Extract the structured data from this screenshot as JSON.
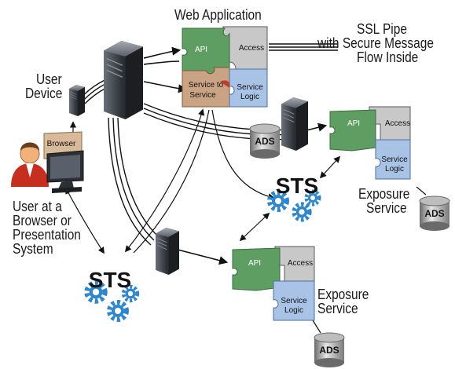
{
  "labels": {
    "web_application": "Web Application",
    "ssl_pipe_line1": "SSL Pipe",
    "ssl_pipe_line2": "with Secure Message",
    "ssl_pipe_line3": "Flow Inside",
    "user_device_line1": "User",
    "user_device_line2": "Device",
    "user_line1": "User at a",
    "user_line2": "Browser or",
    "user_line3": "Presentation",
    "user_line4": "System",
    "exposure_service_1_line1": "Exposure",
    "exposure_service_1_line2": "Service",
    "exposure_service_2_line1": "Exposure",
    "exposure_service_2_line2": "Service"
  },
  "puzzle_pieces": {
    "api": "API",
    "access": "Access",
    "service_to_service_line1": "Service to",
    "service_to_service_line2": "Service",
    "service_logic_line1": "Service",
    "service_logic_line2": "Logic",
    "browser": "Browser"
  },
  "badges": {
    "sts": "STS",
    "ads": "ADS"
  },
  "colors": {
    "api_green": "#5f9e63",
    "access_gray": "#c8c8c8",
    "service_to_service_tan": "#c9a384",
    "service_logic_blue": "#a9c3e6",
    "gear_blue": "#2f86c8",
    "server_dark": "#3b3f46"
  },
  "icons": [
    "server-icon",
    "database-icon",
    "gear-icon",
    "user-icon",
    "monitor-icon",
    "puzzle-piece-icon"
  ]
}
